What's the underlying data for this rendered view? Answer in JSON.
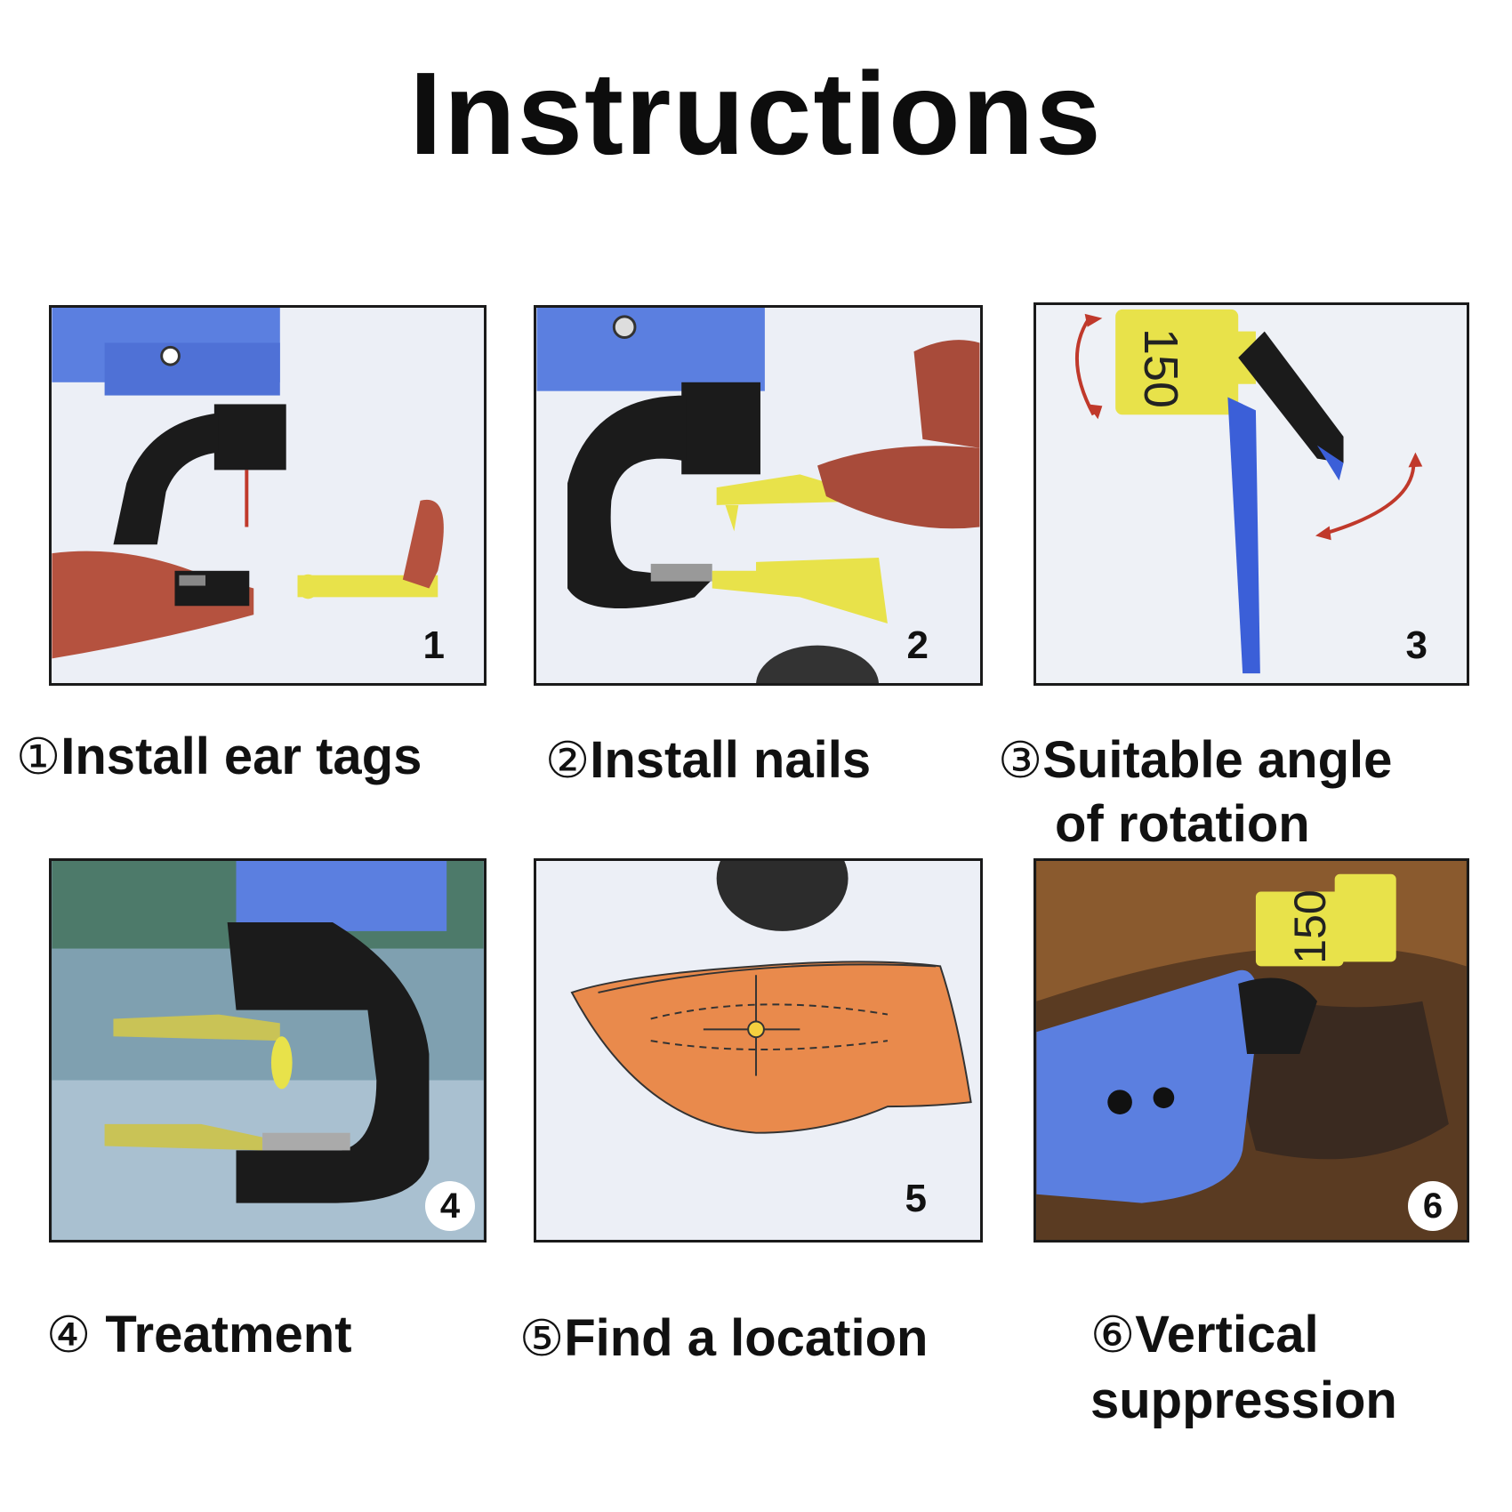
{
  "title": "Instructions",
  "steps": [
    {
      "number": "1",
      "marker": "①",
      "caption": "Install ear tags"
    },
    {
      "number": "2",
      "marker": "②",
      "caption": "Install nails"
    },
    {
      "number": "3",
      "marker": "③",
      "caption_line1": "Suitable angle",
      "caption_line2": "of rotation"
    },
    {
      "number": "4",
      "marker": "④",
      "caption": " Treatment"
    },
    {
      "number": "5",
      "marker": "⑤",
      "caption": "Find a location"
    },
    {
      "number": "6",
      "marker": "⑥",
      "caption_line1": "Vertical",
      "caption_line2": "suppression"
    }
  ],
  "tag_number": "150",
  "colors": {
    "applicator_blue": "#5b7fe0",
    "tag_yellow": "#e8e24a",
    "grip_black": "#1b1b1b",
    "ear_orange": "#e98a4c",
    "skin": "#b5523f"
  }
}
